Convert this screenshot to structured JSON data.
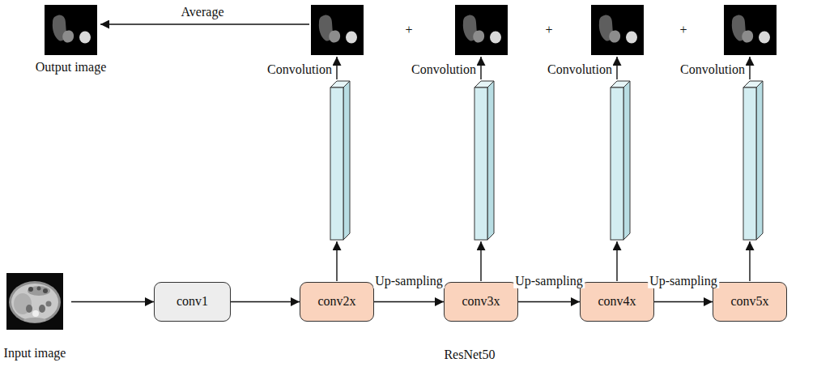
{
  "diagram": {
    "nodes": [
      {
        "text": [
          "Output image"
        ]
      },
      {
        "text": [
          "Input image"
        ]
      },
      {
        "text": [
          "conv1"
        ]
      },
      {
        "text": [
          "conv2x"
        ]
      },
      {
        "text": [
          "conv3x"
        ]
      },
      {
        "text": [
          "conv4x"
        ]
      },
      {
        "text": [
          "conv5x"
        ]
      }
    ],
    "edges": [
      {
        "from": 1,
        "to": 2,
        "arrow": "to"
      },
      {
        "from": 2,
        "to": 3,
        "arrow": "to"
      },
      {
        "from": 3,
        "to": 4,
        "label": "Up-sampling",
        "arrow": "to"
      },
      {
        "from": 4,
        "to": 5,
        "label": "Up-sampling",
        "arrow": "to"
      },
      {
        "from": 5,
        "to": 6,
        "label": "Up-sampling",
        "arrow": "to"
      }
    ],
    "labels": [
      "Average",
      "+",
      "+",
      "+",
      "Convolution",
      "Convolution",
      "Convolution",
      "Convolution",
      "ResNet50"
    ]
  }
}
